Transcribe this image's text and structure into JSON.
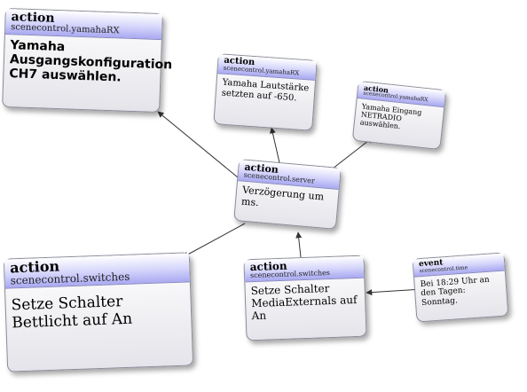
{
  "colors": {
    "header_gradient_top": "#ffffff",
    "header_gradient_bottom": "#a9a9f2",
    "node_body": "#f2f2f5",
    "edge": "#333333"
  },
  "nodes": [
    {
      "id": "yamaha-ch7",
      "kind": "action",
      "namespace": "scenecontrol.yamahaRX",
      "text": "Yamaha Ausgangskonfiguration CH7 auswählen."
    },
    {
      "id": "laut",
      "kind": "action",
      "namespace": "scenecontrol.yamahaRX",
      "text": "Yamaha Lautstärke setzten auf -650."
    },
    {
      "id": "netradio",
      "kind": "action",
      "namespace": "scenecontrol.yamahaRX",
      "text": "Yamaha Eingang NETRADIO auswählen."
    },
    {
      "id": "server",
      "kind": "action",
      "namespace": "scenecontrol.server",
      "text": "Verzögerung um ms."
    },
    {
      "id": "bettlicht",
      "kind": "action",
      "namespace": "scenecontrol.switches",
      "text": "Setze Schalter Bettlicht auf An"
    },
    {
      "id": "media",
      "kind": "action",
      "namespace": "scenecontrol.switches",
      "text": "Setze Schalter MediaExternals auf An"
    },
    {
      "id": "event",
      "kind": "event",
      "namespace": "scenecontrol.time",
      "text": "Bei 18:29 Uhr an den Tagen: Sonntag."
    }
  ],
  "edges": [
    {
      "from": "event",
      "to": "media"
    },
    {
      "from": "media",
      "to": "server"
    },
    {
      "from": "server",
      "to": "yamaha-ch7"
    },
    {
      "from": "server",
      "to": "laut"
    },
    {
      "from": "server",
      "to": "netradio"
    },
    {
      "from": "server",
      "to": "bettlicht"
    }
  ]
}
